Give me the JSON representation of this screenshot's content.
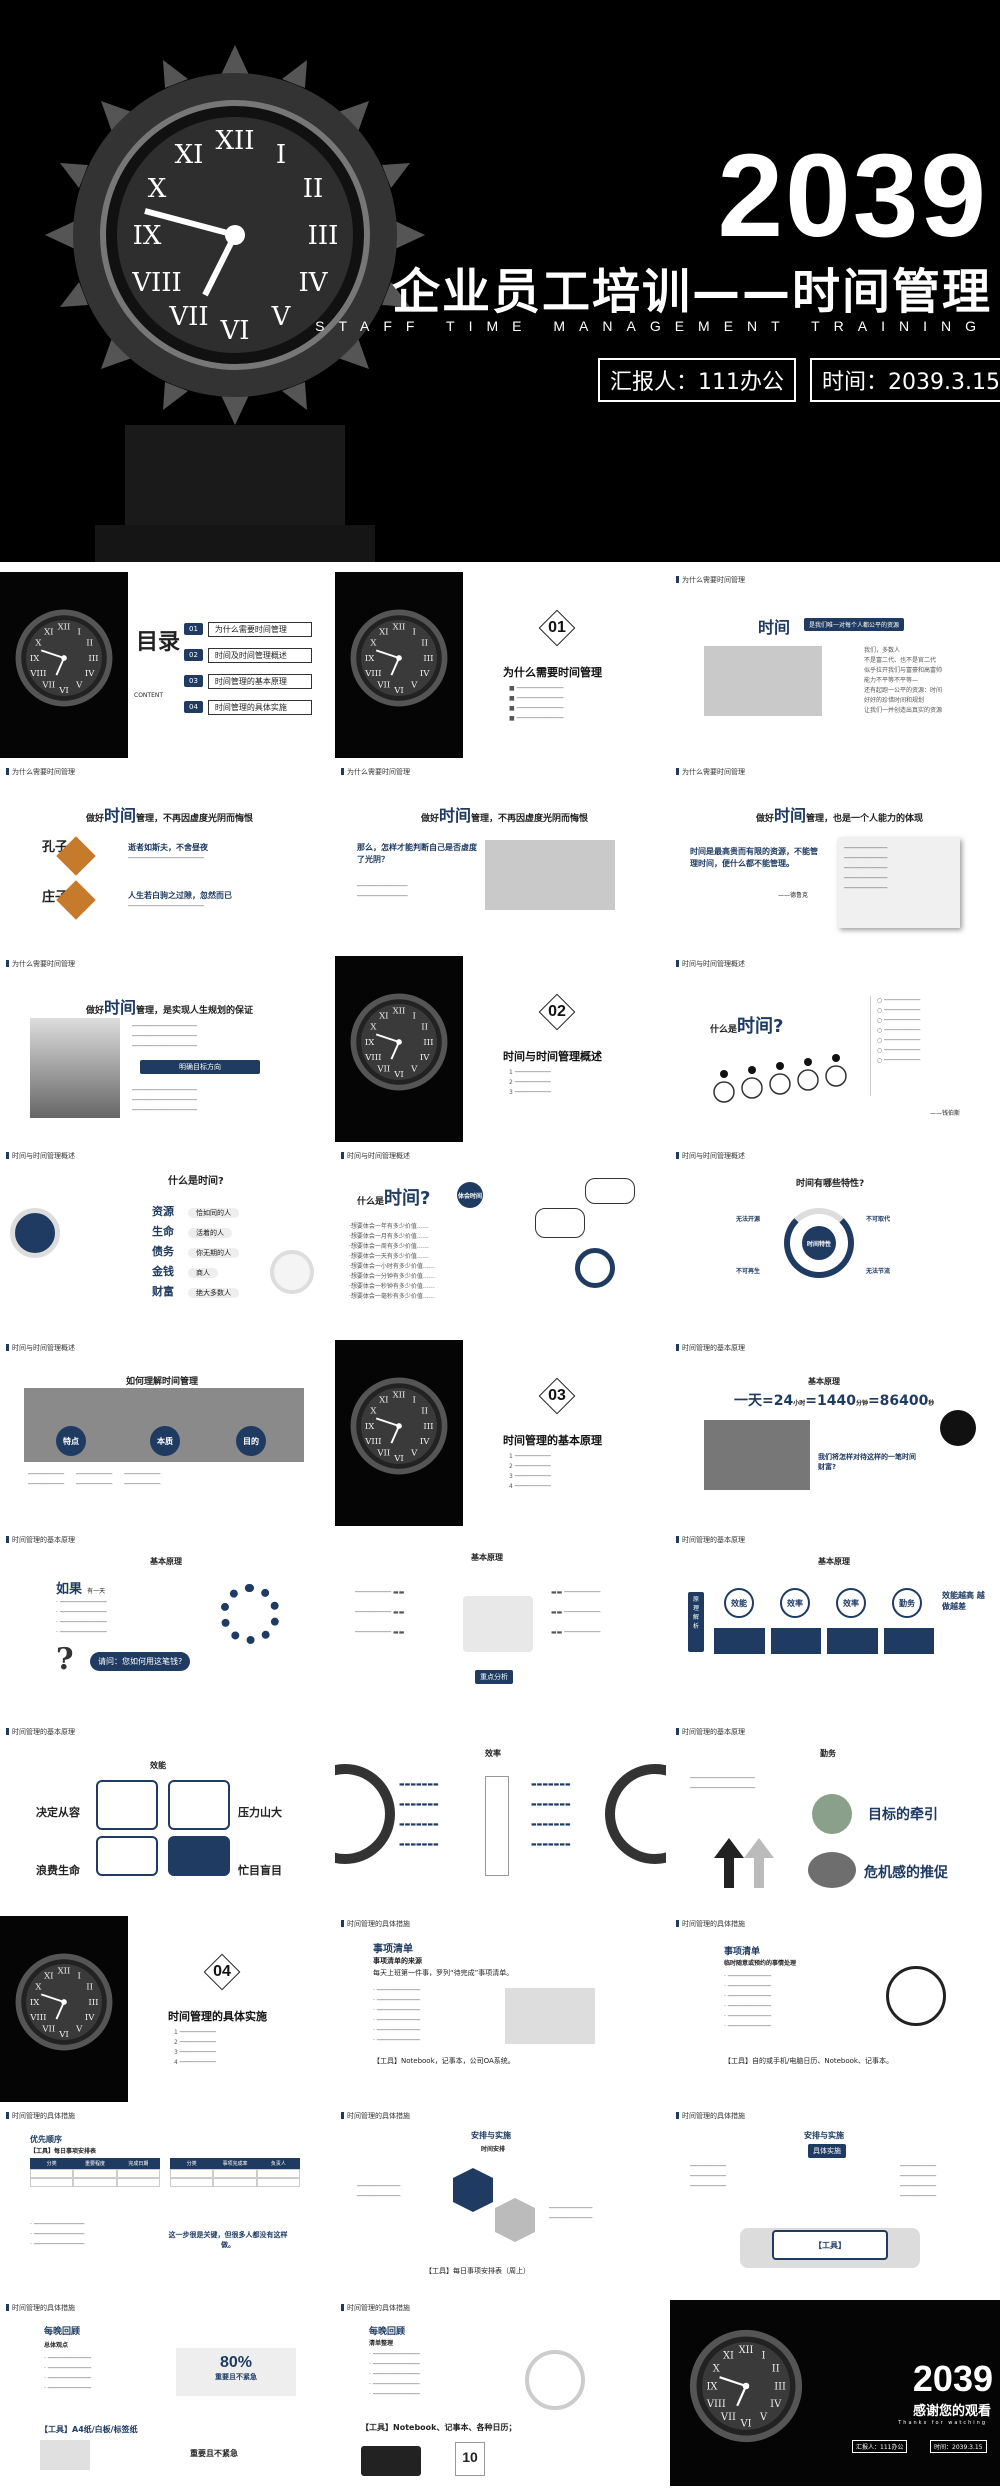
{
  "hero": {
    "year": "2039",
    "title": "企业员工培训——时间管理",
    "subtitle": "STAFF TIME MANAGEMENT TRAINING",
    "reporter": "汇报人：111办公",
    "time": "时间：2039.3.15"
  },
  "sections": {
    "why": "为什么需要时间管理",
    "overview": "时间与时间管理概述",
    "principles": "时间管理的基本原理",
    "measures": "时间管理的具体措施"
  },
  "toc": {
    "title": "目录",
    "en": "CONTENT",
    "items": [
      {
        "n": "01",
        "label": "为什么需要时间管理"
      },
      {
        "n": "02",
        "label": "时间及时间管理概述"
      },
      {
        "n": "03",
        "label": "时间管理的基本原理"
      },
      {
        "n": "04",
        "label": "时间管理的具体实施"
      }
    ]
  },
  "s01": {
    "num": "01",
    "title": "为什么需要时间管理"
  },
  "s_fair": {
    "t1": "时间",
    "t2": "是我们唯一对每个人都公平的资源",
    "list": [
      "我们，多数人",
      "不是富二代、也不是官二代",
      "似乎拉开我们与富豪和高富帅",
      "能力不平等不平等—",
      "还有起跑一公平的资源：时间",
      "好好的珍惜时间和规划",
      "让我们一并创造出真实的资源"
    ]
  },
  "s_kong": {
    "pre": "做好",
    "t": "时间",
    "post": "管理，不再因虚度光阴而悔恨",
    "names": [
      "孔子",
      "庄子"
    ],
    "h1": "逝者如斯夫，不舍昼夜",
    "h2": "人生若白驹之过隙，忽然而已"
  },
  "s_how": {
    "pre": "做好",
    "t": "时间",
    "post": "管理，不再因虚度光阴而悔恨",
    "q": "那么，怎样才能判断自己是否虚度了光阴？"
  },
  "s_resource": {
    "pre": "做好",
    "t": "时间",
    "post": "管理，也是一个人能力的体现",
    "q": "时间是最高贵而有限的资源，不能管理时间，便什么都不能管理。",
    "author": "——德鲁克"
  },
  "s_plan": {
    "pre": "做好",
    "t": "时间",
    "post": "管理，是实现人生规划的保证",
    "box": "明确目标方向"
  },
  "s02": {
    "num": "02",
    "title": "时间与时间管理概述"
  },
  "s_whattime": {
    "pre": "什么是",
    "t": "时间?",
    "author": "——钱伯斯"
  },
  "s_what": {
    "title": "什么是时间?",
    "rows": [
      {
        "k": "资源",
        "v": "恰如同的人"
      },
      {
        "k": "生命",
        "v": "活着的人"
      },
      {
        "k": "债务",
        "v": "你无期的人"
      },
      {
        "k": "金钱",
        "v": "商人"
      },
      {
        "k": "财富",
        "v": "绝大多数人"
      }
    ]
  },
  "s_whattime2": {
    "pre": "什么是",
    "t": "时间?",
    "badge": "体会时间"
  },
  "s_feat": {
    "title": "时间有哪些特性?",
    "items": [
      "无法开源",
      "不可取代",
      "不可再生",
      "无法节流"
    ],
    "center": "时间特性"
  },
  "s_manage": {
    "title": "如何理解时间管理",
    "items": [
      "特点",
      "本质",
      "目的"
    ]
  },
  "s03": {
    "num": "03",
    "title": "时间管理的基本原理"
  },
  "s_day": {
    "title": "基本原理",
    "a": "一天",
    "b": "=24",
    "c": "小时",
    "d": "=1440",
    "e": "分钟",
    "f": "=86400",
    "g": "秒",
    "q": "我们将怎样对待这样的一笔时间财富?"
  },
  "s_if": {
    "title": "基本原理",
    "h": "如果",
    "h2": "有一天",
    "q": "请问：您如何用这笔钱?"
  },
  "s_basic": {
    "title": "基本原理",
    "bottom": "重点分析"
  },
  "s_eff": {
    "title": "基本原理",
    "items": [
      "效能",
      "效率",
      "效率",
      "勤务"
    ],
    "side": "原理解析",
    "right": "效能越高 越做越差"
  },
  "s_xn": {
    "title": "效能",
    "l1": "决定从容",
    "l2": "浪费生命",
    "r1": "压力山大",
    "r2": "忙目盲目"
  },
  "s_xl": {
    "title": "效率"
  },
  "s_qw": {
    "title": "勤务",
    "a": "目标的牵引",
    "b": "危机感的推促"
  },
  "s04": {
    "num": "04",
    "title": "时间管理的具体实施"
  },
  "s_list": {
    "title": "事项清单",
    "sub": "事项清单的来源",
    "text": "每天上班第一件事，罗列“待完成”事项清单。",
    "tools": "【工具】Notebook，记事本，公司OA系统。"
  },
  "s_list2": {
    "title": "事项清单",
    "sub": "临时随意或预约的事情处理",
    "tools": "【工具】自的或手机/电脑日历、Notebook、记事本。"
  },
  "s_prior": {
    "title": "优先顺序",
    "sub": "【工具】每日事项安排表",
    "cols": [
      "分类",
      "重要程度",
      "完成日期",
      "分类",
      "事项完成率",
      "负责人"
    ],
    "bottom": "这一步很是关键，但很多人都没有这样做。"
  },
  "s_arr": {
    "title": "安排与实施",
    "sub": "时间安排",
    "tool": "【工具】每日事项安排表（周上）"
  },
  "s_arr2": {
    "title": "安排与实施",
    "badge": "具体实施",
    "tool": "【工具】"
  },
  "s_review": {
    "title": "每晚回顾",
    "sub": "总体观点",
    "pct": "80%",
    "pct_t": "重要且不紧急",
    "tool": "【工具】A4纸/白板/标签纸",
    "bottom": "重要且不紧急"
  },
  "s_review2": {
    "title": "每晚回顾",
    "sub": "清单整理",
    "tool": "【工具】Notebook、记事本、各种日历；",
    "cal": "10"
  },
  "end": {
    "year": "2039",
    "thanks": "感谢您的观看",
    "en": "Thanks for watching",
    "reporter": "汇报人：111办公",
    "time": "时间：2039.3.15"
  }
}
